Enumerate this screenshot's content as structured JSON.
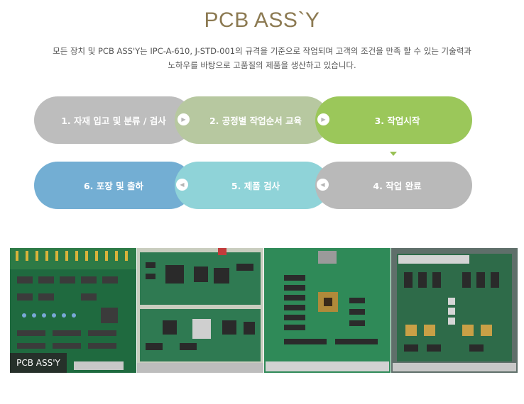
{
  "header": {
    "title": "PCB ASS`Y",
    "description_line1": "모든 장치 및 PCB ASS'Y는 IPC-A-610, J-STD-001의 규격을 기준으로 작업되며 고객의 조건을 만족 할 수 있는 기술력과",
    "description_line2": "노하우를 바탕으로 고품질의 제품을 생산하고 있습니다."
  },
  "process": {
    "steps": [
      {
        "label": "1. 자재 입고 및 분류 / 검사",
        "color": "#bdbdbd"
      },
      {
        "label": "2. 공정별 작업순서 교육",
        "color": "#b7c8a0"
      },
      {
        "label": "3. 작업시작",
        "color": "#9bc75a"
      },
      {
        "label": "4. 작업 완료",
        "color": "#b9b9b9"
      },
      {
        "label": "5. 제품 검사",
        "color": "#8fd3d8"
      },
      {
        "label": "6. 포장 및 출하",
        "color": "#73aed3"
      }
    ]
  },
  "gallery": {
    "badge": "PCB ASS'Y",
    "images": [
      "pcb-photo-1",
      "pcb-photo-2",
      "pcb-photo-3",
      "pcb-photo-4"
    ]
  }
}
